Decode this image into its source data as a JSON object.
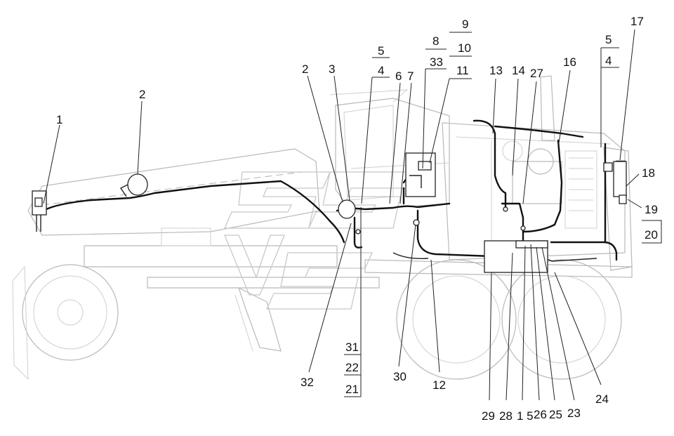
{
  "callouts": [
    {
      "id": "c1",
      "text": "1"
    },
    {
      "id": "c2a",
      "text": "2"
    },
    {
      "id": "c2b",
      "text": "2"
    },
    {
      "id": "c3",
      "text": "3"
    },
    {
      "id": "c5a",
      "text": "5"
    },
    {
      "id": "c4a",
      "text": "4"
    },
    {
      "id": "c6",
      "text": "6"
    },
    {
      "id": "c7",
      "text": "7"
    },
    {
      "id": "c8",
      "text": "8"
    },
    {
      "id": "c33",
      "text": "33"
    },
    {
      "id": "c9",
      "text": "9"
    },
    {
      "id": "c10",
      "text": "10"
    },
    {
      "id": "c11",
      "text": "11"
    },
    {
      "id": "c13",
      "text": "13"
    },
    {
      "id": "c14",
      "text": "14"
    },
    {
      "id": "c27",
      "text": "27"
    },
    {
      "id": "c16",
      "text": "16"
    },
    {
      "id": "c5b",
      "text": "5"
    },
    {
      "id": "c4b",
      "text": "4"
    },
    {
      "id": "c17",
      "text": "17"
    },
    {
      "id": "c18",
      "text": "18"
    },
    {
      "id": "c19",
      "text": "19"
    },
    {
      "id": "c20",
      "text": "20"
    },
    {
      "id": "c31",
      "text": "31"
    },
    {
      "id": "c22",
      "text": "22"
    },
    {
      "id": "c21",
      "text": "21"
    },
    {
      "id": "c32",
      "text": "32"
    },
    {
      "id": "c30",
      "text": "30"
    },
    {
      "id": "c12",
      "text": "12"
    },
    {
      "id": "c29",
      "text": "29"
    },
    {
      "id": "c28",
      "text": "28"
    },
    {
      "id": "c15",
      "text": "1 5"
    },
    {
      "id": "c26",
      "text": "26"
    },
    {
      "id": "c25",
      "text": "25"
    },
    {
      "id": "c23",
      "text": "23"
    },
    {
      "id": "c24",
      "text": "24"
    }
  ]
}
